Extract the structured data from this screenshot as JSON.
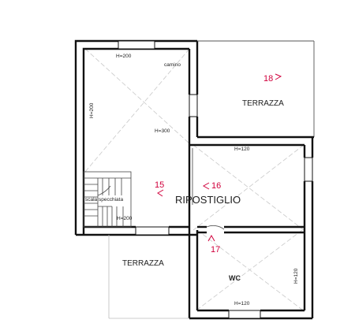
{
  "rooms": {
    "terrazza_top": "TERRAZZA",
    "terrazza_bottom": "TERRAZZA",
    "ripostiglio": "RIPOSTIGLIO",
    "wc": "WC"
  },
  "annotations": {
    "camino": "camino",
    "scala": "scala specchiata",
    "h200_top": "H=200",
    "h200_left": "H=200",
    "h300": "H=300",
    "h200_bottom": "H=200",
    "h120_top": "H=120",
    "h120_right": "H=120",
    "h120_bottom": "H=120"
  },
  "photo_marks": {
    "m15": "15",
    "m16": "16",
    "m17": "17",
    "m18": "18"
  }
}
